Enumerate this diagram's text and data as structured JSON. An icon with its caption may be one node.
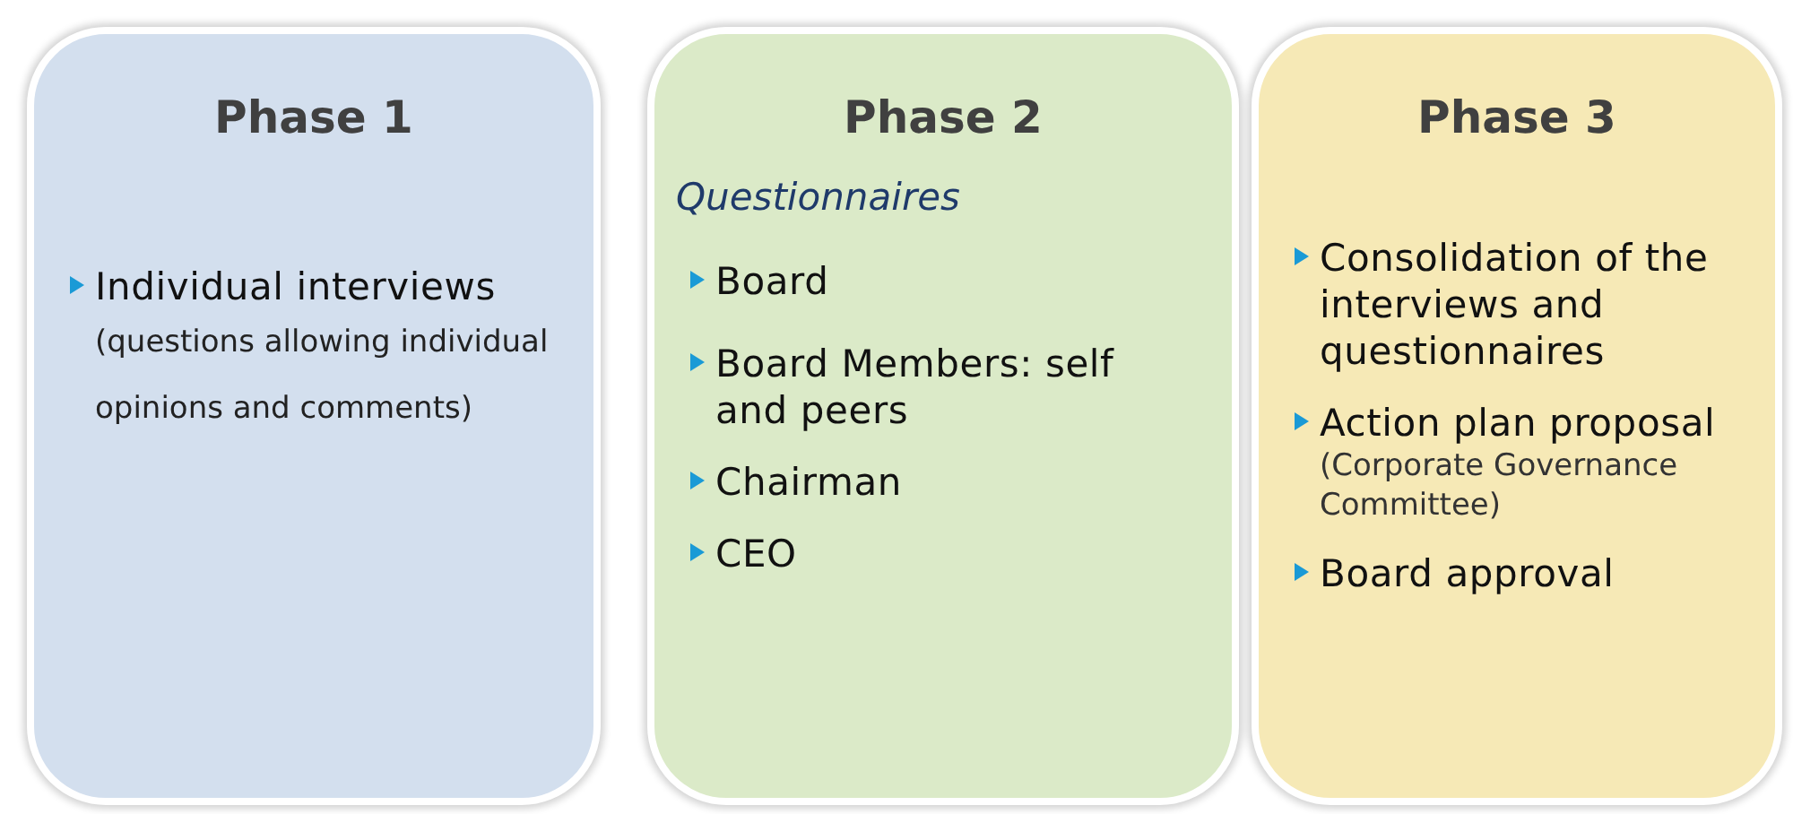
{
  "diagram": {
    "nodes": [
      {
        "text": [
          "Phase 1",
          "Individual interviews",
          "(questions allowing individual opinions and comments)"
        ]
      },
      {
        "text": [
          "Phase 2",
          "Questionnaires",
          "Board",
          "Board Members: self and peers",
          "Chairman",
          "CEO"
        ]
      },
      {
        "text": [
          "Phase 3",
          "Consolidation of the interviews and questionnaires",
          "Action plan proposal",
          "(Corporate Governance Committee)",
          "Board approval"
        ]
      }
    ]
  }
}
